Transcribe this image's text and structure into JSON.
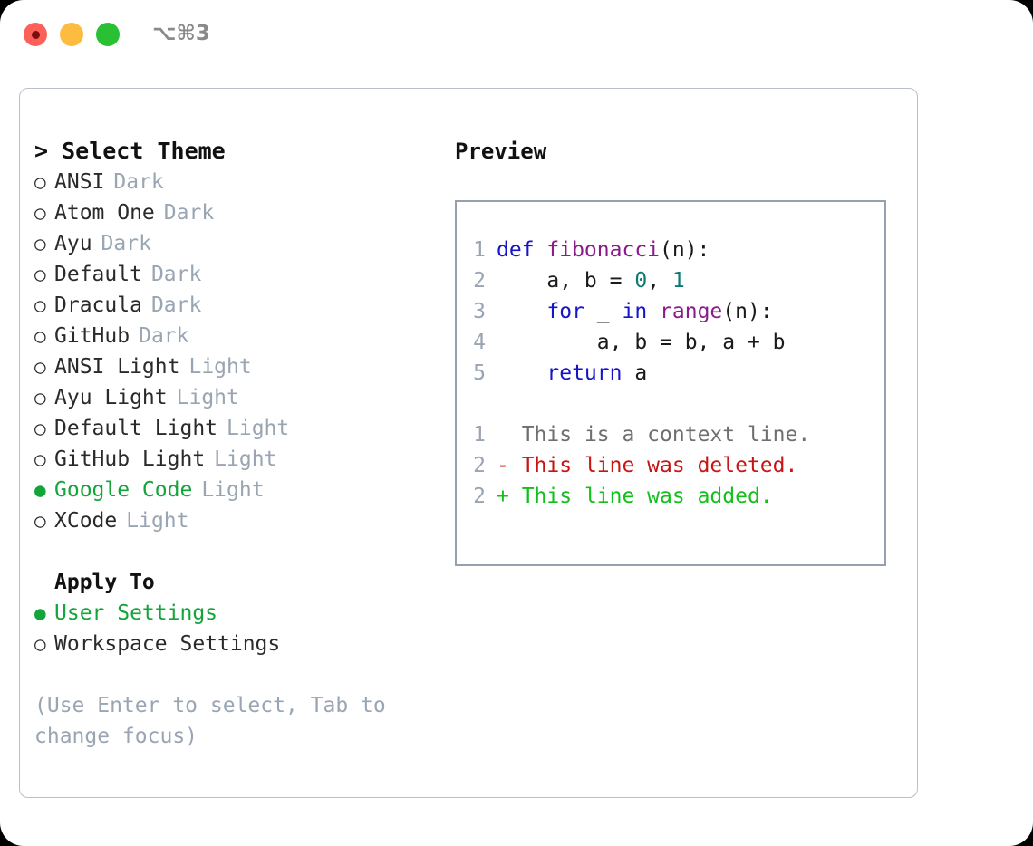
{
  "titlebar": {
    "shortcut": "⌥⌘3",
    "buttons": [
      {
        "name": "close",
        "color": "#fc6058"
      },
      {
        "name": "minimize",
        "color": "#fdbc40"
      },
      {
        "name": "zoom",
        "color": "#2ac033"
      }
    ]
  },
  "left": {
    "header": "> Select Theme",
    "themes": [
      {
        "bullet": "○",
        "name": "ANSI",
        "kind": "Dark",
        "selected": false
      },
      {
        "bullet": "○",
        "name": "Atom One",
        "kind": "Dark",
        "selected": false
      },
      {
        "bullet": "○",
        "name": "Ayu",
        "kind": "Dark",
        "selected": false
      },
      {
        "bullet": "○",
        "name": "Default",
        "kind": "Dark",
        "selected": false
      },
      {
        "bullet": "○",
        "name": "Dracula",
        "kind": "Dark",
        "selected": false
      },
      {
        "bullet": "○",
        "name": "GitHub",
        "kind": "Dark",
        "selected": false
      },
      {
        "bullet": "○",
        "name": "ANSI Light",
        "kind": "Light",
        "selected": false
      },
      {
        "bullet": "○",
        "name": "Ayu Light",
        "kind": "Light",
        "selected": false
      },
      {
        "bullet": "○",
        "name": "Default Light",
        "kind": "Light",
        "selected": false
      },
      {
        "bullet": "○",
        "name": "GitHub Light",
        "kind": "Light",
        "selected": false
      },
      {
        "bullet": "●",
        "name": "Google Code",
        "kind": "Light",
        "selected": true
      },
      {
        "bullet": "○",
        "name": "XCode",
        "kind": "Light",
        "selected": false
      }
    ],
    "apply_to_label": "Apply To",
    "apply_to": [
      {
        "bullet": "●",
        "name": "User Settings",
        "selected": true
      },
      {
        "bullet": "○",
        "name": "Workspace Settings",
        "selected": false
      }
    ],
    "hint": "(Use Enter to select, Tab to change focus)"
  },
  "right": {
    "preview_label": "Preview",
    "code_lines": [
      {
        "num": "1",
        "tokens": [
          {
            "t": "def ",
            "c": "kw"
          },
          {
            "t": "fibonacci",
            "c": "fn"
          },
          {
            "t": "(n):",
            "c": "plain"
          }
        ]
      },
      {
        "num": "2",
        "tokens": [
          {
            "t": "    a, b = ",
            "c": "plain"
          },
          {
            "t": "0",
            "c": "num"
          },
          {
            "t": ", ",
            "c": "plain"
          },
          {
            "t": "1",
            "c": "num"
          }
        ]
      },
      {
        "num": "3",
        "tokens": [
          {
            "t": "    ",
            "c": "plain"
          },
          {
            "t": "for",
            "c": "kw"
          },
          {
            "t": " _ ",
            "c": "plain"
          },
          {
            "t": "in",
            "c": "kw"
          },
          {
            "t": " ",
            "c": "plain"
          },
          {
            "t": "range",
            "c": "fn"
          },
          {
            "t": "(n):",
            "c": "plain"
          }
        ]
      },
      {
        "num": "4",
        "tokens": [
          {
            "t": "        a, b = b, a + b",
            "c": "plain"
          }
        ]
      },
      {
        "num": "5",
        "tokens": [
          {
            "t": "    ",
            "c": "plain"
          },
          {
            "t": "return",
            "c": "kw"
          },
          {
            "t": " a",
            "c": "plain"
          }
        ]
      }
    ],
    "diff_lines": [
      {
        "num": "1",
        "marker": "  ",
        "text": "This is a context line.",
        "c": "ctx"
      },
      {
        "num": "2",
        "marker": "- ",
        "text": "This line was deleted.",
        "c": "del"
      },
      {
        "num": "2",
        "marker": "+ ",
        "text": "This line was added.",
        "c": "add"
      }
    ]
  },
  "colors": {
    "accent_green": "#11a53a",
    "muted": "#9aa5b4",
    "keyword": "#1414c8",
    "function": "#8b1a8b",
    "number": "#0d7a72",
    "diff_delete": "#c81414",
    "diff_add": "#11c019"
  }
}
